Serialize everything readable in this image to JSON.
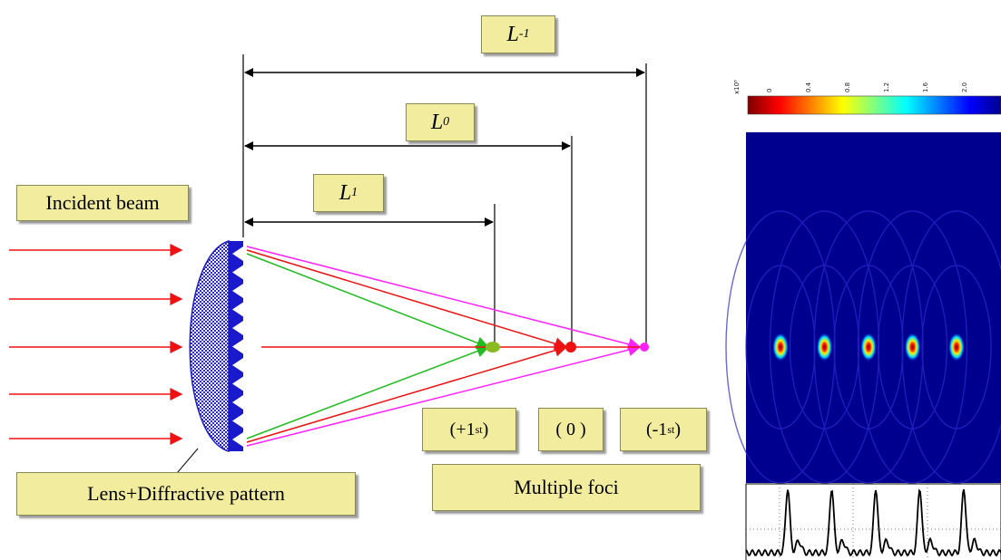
{
  "labels": {
    "incident_beam": "Incident beam",
    "lens": "Lens+Diffractive pattern",
    "multiple_foci": "Multiple foci"
  },
  "distances": {
    "l_minus1": {
      "base": "L",
      "sub": "-1"
    },
    "l0": {
      "base": "L",
      "sub": "0"
    },
    "l1": {
      "base": "L",
      "sub": "1"
    }
  },
  "orders": {
    "plus1": {
      "main": "(+1",
      "sup": "st",
      "close": ")"
    },
    "zero": {
      "main": "( 0 )"
    },
    "minus1": {
      "main": "(-1",
      "sup": "st",
      "close": ")"
    }
  },
  "colorbar": {
    "exponent": "x10⁸",
    "ticks": [
      "0",
      "0.4",
      "0.8",
      "1.2",
      "1.6",
      "2.0"
    ],
    "colors": [
      "#7f0000",
      "#ff0000",
      "#ff8000",
      "#ffff00",
      "#80ff80",
      "#00ffff",
      "#0080ff",
      "#0000ff",
      "#00008f"
    ]
  },
  "colors": {
    "ray_red": "#ee1111",
    "ray_green": "#22bb22",
    "ray_magenta": "#ff22ff",
    "focus_green": "#88bb22",
    "lens_blue": "#1a1acc",
    "field_bg": "#00008f",
    "label_bg": "#f2ec9e"
  },
  "foci_count": 5
}
